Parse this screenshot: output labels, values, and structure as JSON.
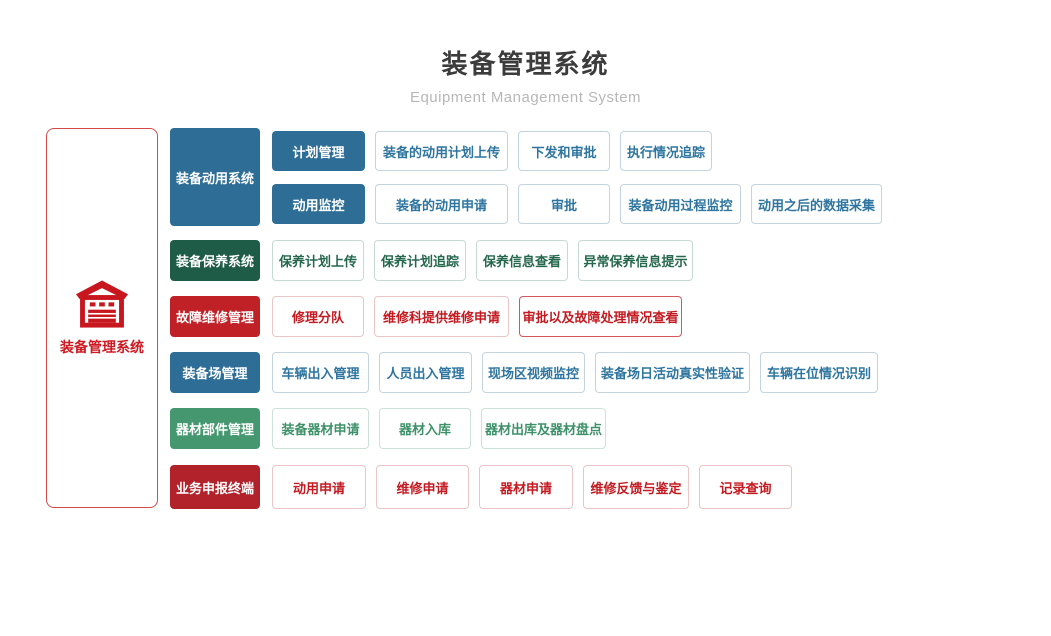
{
  "header": {
    "title": "装备管理系统",
    "subtitle": "Equipment Management System"
  },
  "root": {
    "label": "装备管理系统",
    "icon": "garage-icon"
  },
  "palette": {
    "blue": "#2e6e96",
    "dark_green": "#1f5c47",
    "red": "#c02127",
    "sea_green": "#44976e",
    "dark_red": "#b2222b",
    "root_red": "#c8161e"
  },
  "groups": [
    {
      "label": "装备动用系统",
      "color": "#2e6e96",
      "subgroups": [
        {
          "label": "计划管理",
          "items": [
            "装备的动用计划上传",
            "下发和审批",
            "执行情况追踪"
          ]
        },
        {
          "label": "动用监控",
          "items": [
            "装备的动用申请",
            "审批",
            "装备动用过程监控",
            "动用之后的数据采集"
          ]
        }
      ]
    },
    {
      "label": "装备保养系统",
      "color": "#1f5c47",
      "items": [
        "保养计划上传",
        "保养计划追踪",
        "保养信息查看",
        "异常保养信息提示"
      ]
    },
    {
      "label": "故障维修管理",
      "color": "#c02127",
      "items": [
        "修理分队",
        "维修科提供维修申请",
        "审批以及故障处理情况查看"
      ]
    },
    {
      "label": "装备场管理",
      "color": "#2e6e96",
      "items": [
        "车辆出入管理",
        "人员出入管理",
        "现场区视频监控",
        "装备场日活动真实性验证",
        "车辆在位情况识别"
      ]
    },
    {
      "label": "器材部件管理",
      "color": "#44976e",
      "items": [
        "装备器材申请",
        "器材入库",
        "器材出库及器材盘点"
      ]
    },
    {
      "label": "业务申报终端",
      "color": "#b2222b",
      "items": [
        "动用申请",
        "维修申请",
        "器材申请",
        "维修反馈与鉴定",
        "记录查询"
      ]
    }
  ]
}
